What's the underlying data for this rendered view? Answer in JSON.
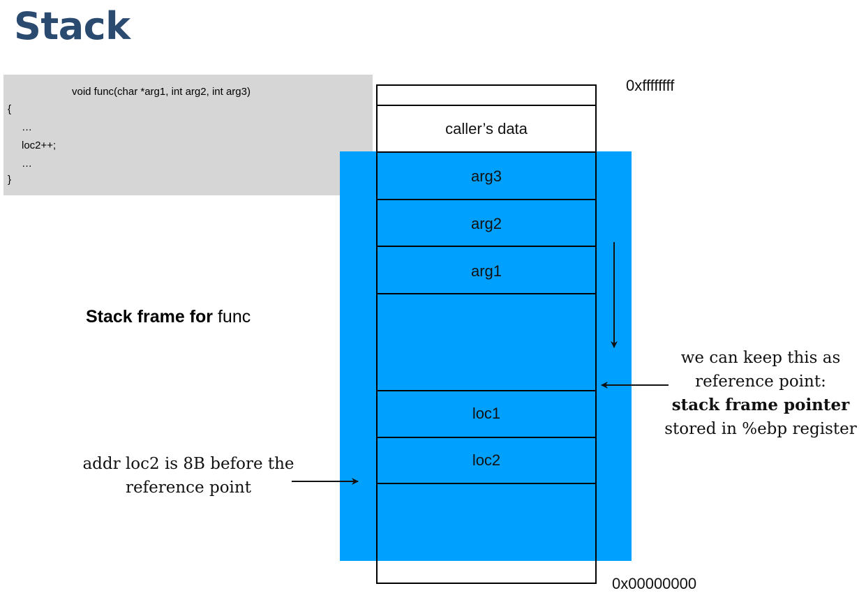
{
  "title": "Stack",
  "code": {
    "signature": "void func(char *arg1, int arg2, int arg3)",
    "open_brace": "{",
    "line1": "…",
    "line2": "loc2++;",
    "line3": "…",
    "close_brace": "}"
  },
  "stack": {
    "top_address": "0xffffffff",
    "bottom_address": "0x00000000",
    "cells": {
      "callers_data": "caller’s data",
      "arg3": "arg3",
      "arg2": "arg2",
      "arg1": "arg1",
      "loc1": "loc1",
      "loc2": "loc2"
    }
  },
  "frame_label": {
    "bold": "Stack frame for",
    "name": "func"
  },
  "notes": {
    "reference": {
      "line1": "we can keep this as",
      "line2": "reference point:",
      "line3": "stack frame pointer",
      "line4": "stored in %ebp register"
    },
    "loc2": {
      "line1": "addr loc2 is 8B before the",
      "line2": "reference point"
    }
  },
  "colors": {
    "title": "#2b4a6f",
    "frame_highlight": "#00a0ff",
    "code_background": "#d6d6d6"
  }
}
